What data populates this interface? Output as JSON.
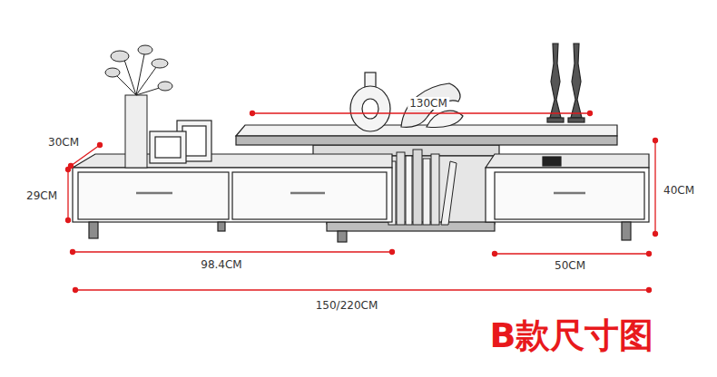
{
  "diagram": {
    "title": "B款尺寸图",
    "labels": [
      "30CM",
      "29CM",
      "130CM",
      "40CM",
      "98.4CM",
      "50CM",
      "150/220CM"
    ]
  }
}
